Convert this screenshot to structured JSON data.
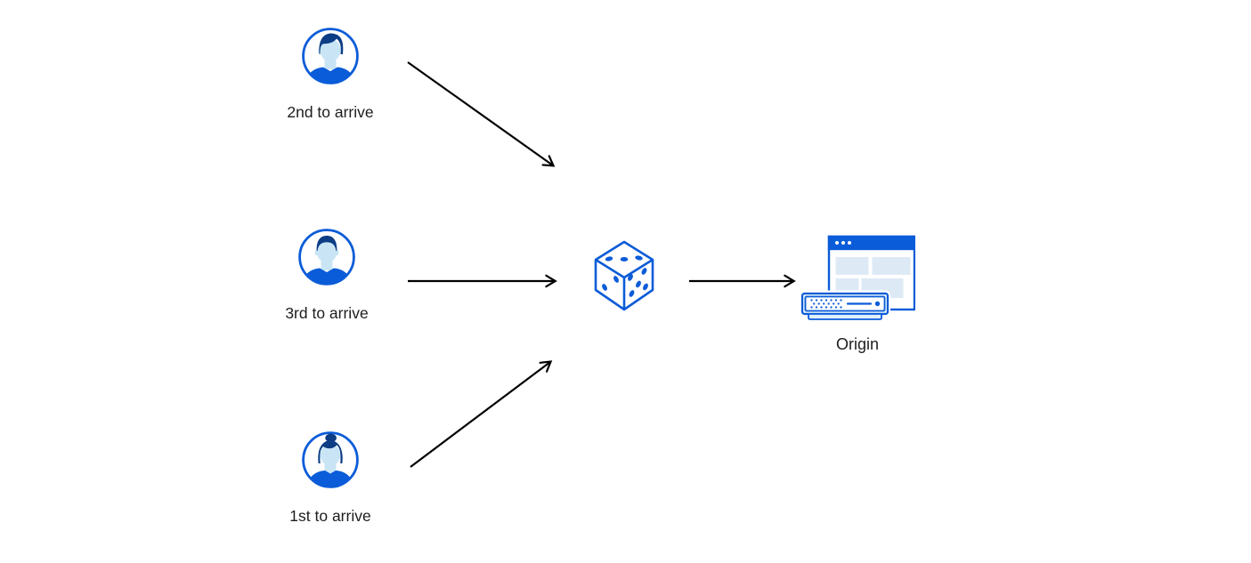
{
  "palette": {
    "primary_blue": "#0b5cd8",
    "hair_navy": "#0d3d85",
    "face_light_blue": "#c9e5f5",
    "panel_light_blue": "#ddeaf6",
    "server_rim_light_blue": "#e0f1fb",
    "arrow_black": "#000000",
    "label_ink": "#1d1d1f",
    "background": "#ffffff"
  },
  "diagram": {
    "nodes": {
      "visitor_second": {
        "label": "2nd to arrive",
        "icon": "man-swept-hair-avatar-icon"
      },
      "visitor_third": {
        "label": "3rd to arrive",
        "icon": "man-short-hair-avatar-icon"
      },
      "visitor_first": {
        "label": "1st to arrive",
        "icon": "woman-bun-avatar-icon"
      },
      "random_dice": {
        "icon": "dice-icon"
      },
      "origin": {
        "label": "Origin",
        "icon": "origin-server-browser-icon"
      }
    },
    "edges": [
      {
        "from": "visitor_second",
        "to": "random_dice"
      },
      {
        "from": "visitor_third",
        "to": "random_dice"
      },
      {
        "from": "visitor_first",
        "to": "random_dice"
      },
      {
        "from": "random_dice",
        "to": "origin"
      }
    ]
  }
}
